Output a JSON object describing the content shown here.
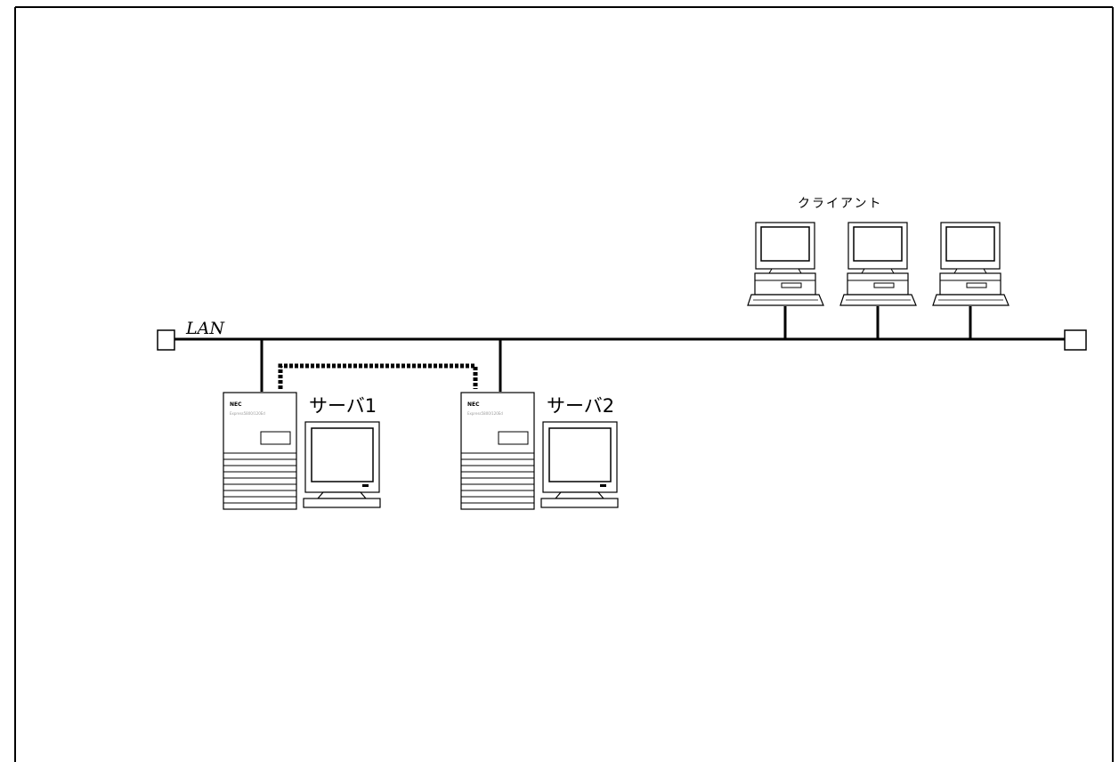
{
  "diagram": {
    "network_label": "LAN",
    "servers": [
      {
        "label": "サーバ1",
        "brand": "NEC",
        "model": "Express5800/120Ed"
      },
      {
        "label": "サーバ2",
        "brand": "NEC",
        "model": "Express5800/120Ed"
      }
    ],
    "clients_label": "クライアント",
    "client_count": 3
  }
}
